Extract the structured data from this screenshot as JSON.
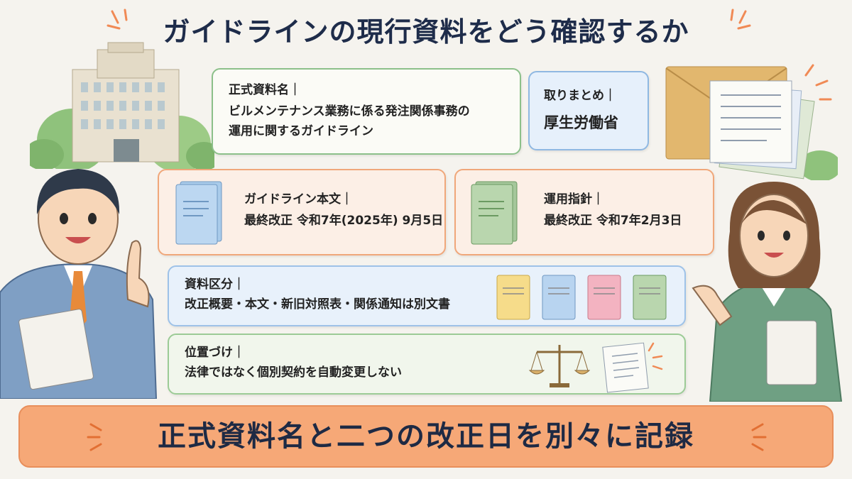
{
  "title": "ガイドラインの現行資料をどう確認するか",
  "cards": {
    "official_name": {
      "label": "正式資料名｜",
      "line1": "ビルメンテナンス業務に係る発注関係事務の",
      "line2": "運用に関するガイドライン"
    },
    "compiled_by": {
      "label": "取りまとめ｜",
      "value": "厚生労働省"
    },
    "guideline_text": {
      "label": "ガイドライン本文｜",
      "value": "最終改正 令和7年(2025年) 9月5日"
    },
    "operation_policy": {
      "label": "運用指針｜",
      "value": "最終改正 令和7年2月3日"
    },
    "material_category": {
      "label": "資料区分｜",
      "value": "改正概要・本文・新旧対照表・関係通知は別文書"
    },
    "positioning": {
      "label": "位置づけ｜",
      "value": "法律ではなく個別契約を自動変更しない"
    }
  },
  "banner": "正式資料名と二つの改正日を別々に記録",
  "colors": {
    "accent_orange": "#f6a877",
    "green_border": "#8cc08a",
    "blue_border": "#8fb8e2",
    "orange_border": "#f0a77a"
  },
  "icons": [
    "government-building-icon",
    "envelope-documents-icon",
    "blue-book-icon",
    "green-book-icon",
    "four-binders-icon",
    "scales-icon",
    "document-icon",
    "man-pointing-illustration",
    "woman-presenting-illustration"
  ]
}
